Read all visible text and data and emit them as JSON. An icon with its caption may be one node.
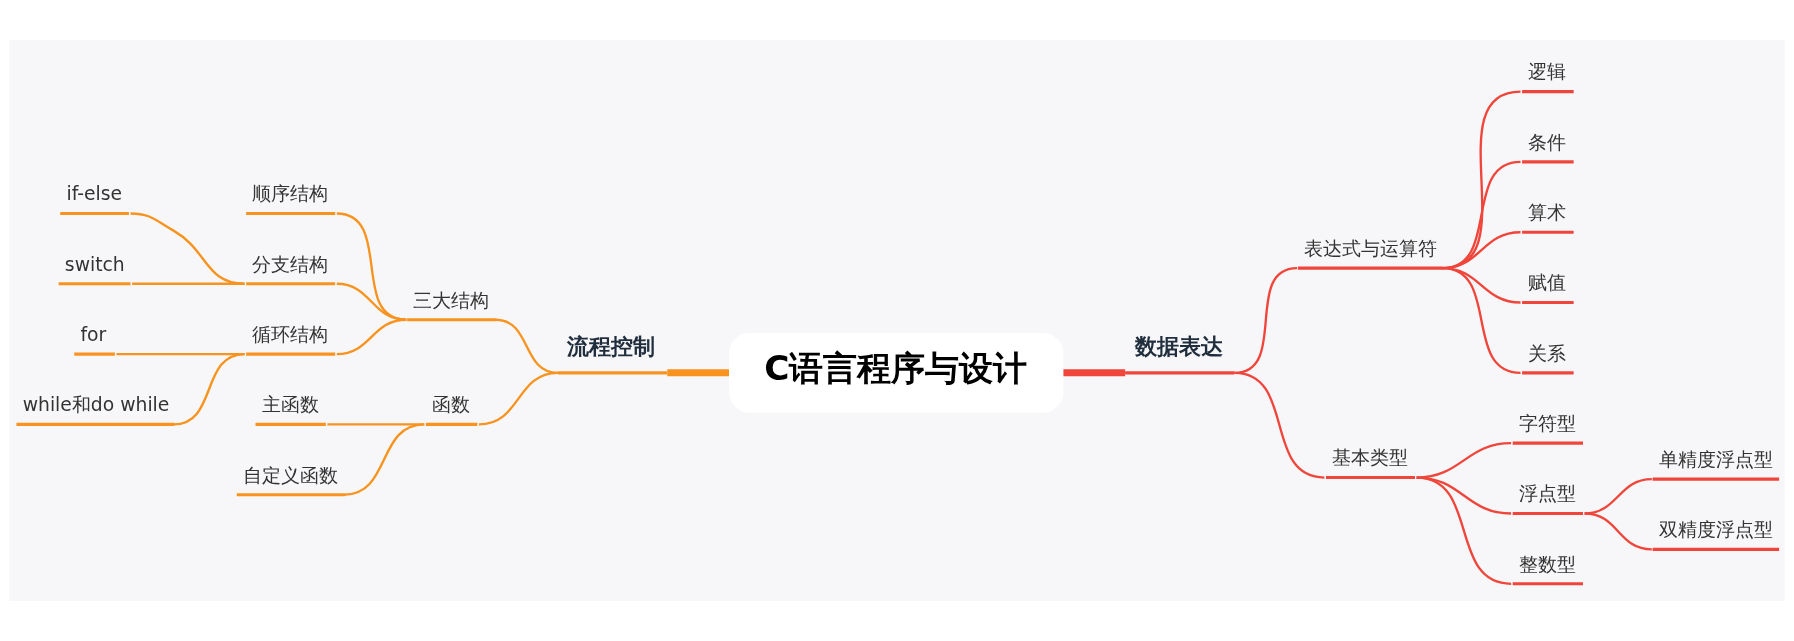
{
  "diagram": {
    "nodes": [
      {
        "text": [
          "C语言程序与设计"
        ]
      },
      {
        "text": [
          "数据表达"
        ]
      },
      {
        "text": [
          "表达式与运算符"
        ]
      },
      {
        "text": [
          "逻辑"
        ]
      },
      {
        "text": [
          "条件"
        ]
      },
      {
        "text": [
          "算术"
        ]
      },
      {
        "text": [
          "赋值"
        ]
      },
      {
        "text": [
          "关系"
        ]
      },
      {
        "text": [
          "基本类型"
        ]
      },
      {
        "text": [
          "字符型"
        ]
      },
      {
        "text": [
          "浮点型"
        ]
      },
      {
        "text": [
          "单精度浮点型"
        ]
      },
      {
        "text": [
          "双精度浮点型"
        ]
      },
      {
        "text": [
          "整数型"
        ]
      },
      {
        "text": [
          "流程控制"
        ]
      },
      {
        "text": [
          "三大结构"
        ]
      },
      {
        "text": [
          "顺序结构"
        ]
      },
      {
        "text": [
          "分支结构"
        ]
      },
      {
        "text": [
          "if-else"
        ]
      },
      {
        "text": [
          "switch"
        ]
      },
      {
        "text": [
          "循环结构"
        ]
      },
      {
        "text": [
          "for"
        ]
      },
      {
        "text": [
          "while和do while"
        ]
      },
      {
        "text": [
          "函数"
        ]
      },
      {
        "text": [
          "主函数"
        ]
      },
      {
        "text": [
          "自定义函数"
        ]
      }
    ],
    "edges": [
      {
        "from": 0,
        "to": 1,
        "arrow": "none",
        "style": "thick"
      },
      {
        "from": 1,
        "to": 2,
        "arrow": "none"
      },
      {
        "from": 2,
        "to": 3,
        "arrow": "none"
      },
      {
        "from": 2,
        "to": 4,
        "arrow": "none"
      },
      {
        "from": 2,
        "to": 5,
        "arrow": "none"
      },
      {
        "from": 2,
        "to": 6,
        "arrow": "none"
      },
      {
        "from": 2,
        "to": 7,
        "arrow": "none"
      },
      {
        "from": 1,
        "to": 8,
        "arrow": "none"
      },
      {
        "from": 8,
        "to": 9,
        "arrow": "none"
      },
      {
        "from": 8,
        "to": 10,
        "arrow": "none"
      },
      {
        "from": 10,
        "to": 11,
        "arrow": "none"
      },
      {
        "from": 10,
        "to": 12,
        "arrow": "none"
      },
      {
        "from": 8,
        "to": 13,
        "arrow": "none"
      },
      {
        "from": 0,
        "to": 14,
        "arrow": "none",
        "style": "thick",
        "color": "#f7931e"
      },
      {
        "from": 14,
        "to": 15,
        "arrow": "none",
        "color": "#f7931e"
      },
      {
        "from": 15,
        "to": 16,
        "arrow": "none",
        "color": "#f7931e"
      },
      {
        "from": 15,
        "to": 17,
        "arrow": "none",
        "color": "#f7931e"
      },
      {
        "from": 17,
        "to": 18,
        "arrow": "none",
        "color": "#f7931e"
      },
      {
        "from": 17,
        "to": 19,
        "arrow": "none",
        "color": "#f7931e"
      },
      {
        "from": 15,
        "to": 20,
        "arrow": "none",
        "color": "#f7931e"
      },
      {
        "from": 20,
        "to": 21,
        "arrow": "none",
        "color": "#f7931e"
      },
      {
        "from": 20,
        "to": 22,
        "arrow": "none",
        "color": "#f7931e"
      },
      {
        "from": 14,
        "to": 23,
        "arrow": "none",
        "color": "#f7931e"
      },
      {
        "from": 23,
        "to": 24,
        "arrow": "none",
        "color": "#f7931e"
      },
      {
        "from": 23,
        "to": 25,
        "arrow": "none",
        "color": "#f7931e"
      }
    ]
  }
}
